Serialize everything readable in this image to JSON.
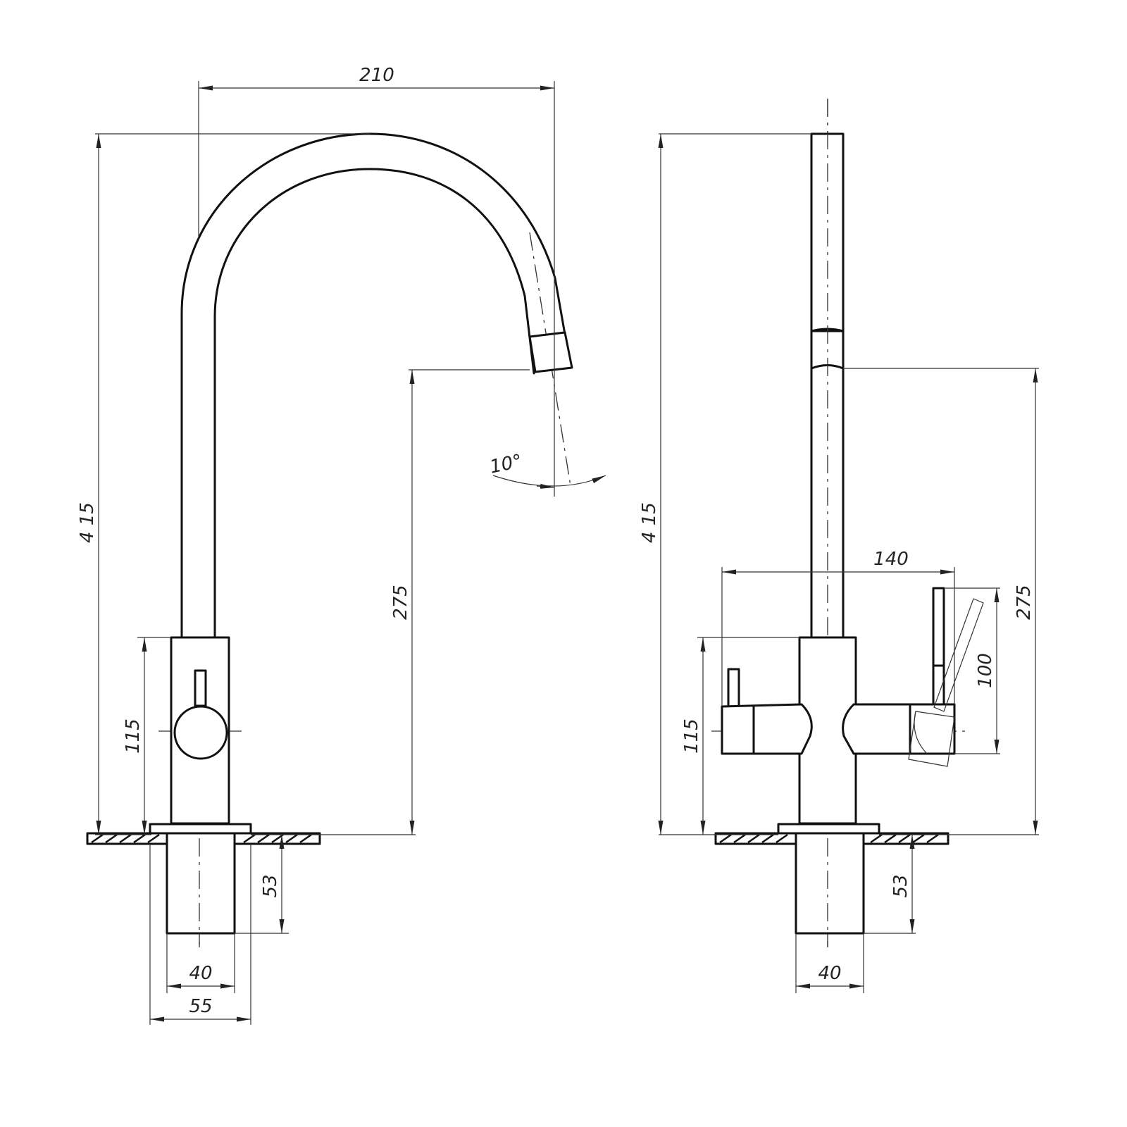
{
  "drawing": {
    "front_view": {
      "width_dimension": "210",
      "total_height_dimension": "4 15",
      "spout_height_dimension": "275",
      "body_height_dimension": "115",
      "angle_dimension": "10°",
      "shank_depth_dimension": "53",
      "shank_diameter_dimension": "40",
      "flange_diameter_dimension": "55"
    },
    "side_view": {
      "total_height_dimension": "4 15",
      "handles_span_dimension": "140",
      "spout_height_dimension": "275",
      "lever_height_dimension": "100",
      "body_height_dimension": "115",
      "shank_depth_dimension": "53",
      "shank_diameter_dimension": "40"
    }
  }
}
